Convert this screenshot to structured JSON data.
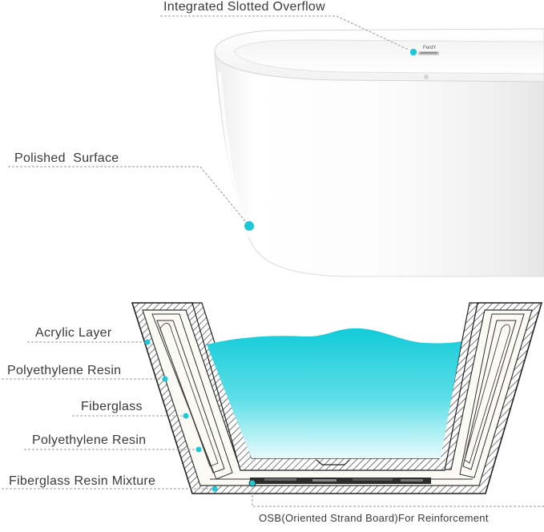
{
  "labels": {
    "overflow": "Integrated Slotted Overflow",
    "polished": "Polished  Surface",
    "acrylic": "Acrylic Layer",
    "pe_resin_1": "Polyethylene Resin",
    "fiberglass": "Fiberglass",
    "pe_resin_2": "Polyethylene Resin",
    "mixture": "Fiberglass Resin Mixture",
    "osb": "OSB(Oriented Strand Board)For Reinforcement"
  },
  "brand_mark": "FerdY",
  "colors": {
    "callout_dot": "#1ec8d6",
    "water": "#22d3e0",
    "water_light": "#c9f3f7",
    "leader_line": "#9a9a9a",
    "outline": "#2b2b2b"
  }
}
